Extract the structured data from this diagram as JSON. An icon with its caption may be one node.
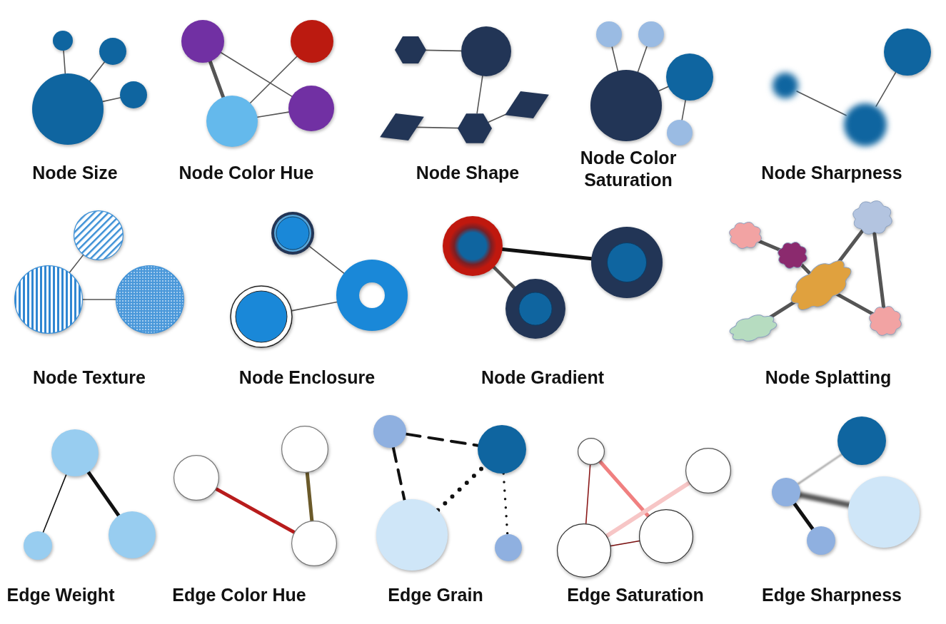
{
  "diagram": {
    "nodes": [
      {
        "text": [],
        "shape": "circle"
      },
      {
        "text": [],
        "shape": "circle"
      },
      {
        "text": [],
        "shape": "circle"
      },
      {
        "text": [],
        "shape": "circle"
      },
      {
        "text": [],
        "shape": "circle"
      },
      {
        "text": [],
        "shape": "circle"
      },
      {
        "text": [],
        "shape": "circle"
      },
      {
        "text": [],
        "shape": "circle"
      },
      {
        "text": [],
        "shape": "hexagon"
      },
      {
        "text": [],
        "shape": "circle"
      },
      {
        "text": [],
        "shape": "diamond"
      },
      {
        "text": [],
        "shape": "hexagon"
      },
      {
        "text": [],
        "shape": "diamond"
      },
      {
        "text": [],
        "shape": "circle"
      },
      {
        "text": [],
        "shape": "circle"
      },
      {
        "text": [],
        "shape": "circle"
      },
      {
        "text": [],
        "shape": "circle"
      },
      {
        "text": [],
        "shape": "circle"
      },
      {
        "text": [],
        "shape": "circle"
      },
      {
        "text": [],
        "shape": "circle"
      },
      {
        "text": [],
        "shape": "circle"
      },
      {
        "text": [],
        "shape": "circle"
      },
      {
        "text": [],
        "shape": "circle"
      },
      {
        "text": [],
        "shape": "circle"
      },
      {
        "text": [],
        "shape": "circle"
      },
      {
        "text": [],
        "shape": "circle"
      },
      {
        "text": [],
        "shape": "circle"
      },
      {
        "text": [],
        "shape": "circle"
      },
      {
        "text": [],
        "shape": "circle"
      },
      {
        "text": [],
        "shape": "circle"
      },
      {
        "text": [],
        "shape": "cloud"
      },
      {
        "text": [],
        "shape": "cloud"
      },
      {
        "text": [],
        "shape": "cloud"
      },
      {
        "text": [],
        "shape": "cloud"
      },
      {
        "text": [],
        "shape": "cloud"
      },
      {
        "text": [],
        "shape": "cloud"
      },
      {
        "text": [],
        "shape": "circle"
      },
      {
        "text": [],
        "shape": "circle"
      },
      {
        "text": [],
        "shape": "circle"
      },
      {
        "text": [],
        "shape": "circle"
      },
      {
        "text": [],
        "shape": "circle"
      },
      {
        "text": [],
        "shape": "circle"
      },
      {
        "text": [],
        "shape": "circle"
      },
      {
        "text": [],
        "shape": "circle"
      },
      {
        "text": [],
        "shape": "circle"
      },
      {
        "text": [],
        "shape": "circle"
      },
      {
        "text": [],
        "shape": "circle"
      },
      {
        "text": [],
        "shape": "circle"
      },
      {
        "text": [],
        "shape": "circle"
      },
      {
        "text": [],
        "shape": "circle"
      },
      {
        "text": [],
        "shape": "circle"
      },
      {
        "text": [],
        "shape": "circle"
      },
      {
        "text": [],
        "shape": "circle"
      },
      {
        "text": [],
        "shape": "circle"
      }
    ],
    "edges": [
      {
        "from": 0,
        "to": 3,
        "arrow": "none"
      },
      {
        "from": 1,
        "to": 3,
        "arrow": "none"
      },
      {
        "from": 2,
        "to": 3,
        "arrow": "none"
      },
      {
        "from": 4,
        "to": 6,
        "arrow": "none",
        "style": "thick"
      },
      {
        "from": 4,
        "to": 7,
        "arrow": "none"
      },
      {
        "from": 5,
        "to": 6,
        "arrow": "none"
      },
      {
        "from": 6,
        "to": 7,
        "arrow": "none"
      },
      {
        "from": 8,
        "to": 9,
        "arrow": "none"
      },
      {
        "from": 9,
        "to": 11,
        "arrow": "none"
      },
      {
        "from": 10,
        "to": 11,
        "arrow": "none"
      },
      {
        "from": 11,
        "to": 12,
        "arrow": "none"
      },
      {
        "from": 13,
        "to": 15,
        "arrow": "none"
      },
      {
        "from": 14,
        "to": 15,
        "arrow": "none"
      },
      {
        "from": 16,
        "to": 15,
        "arrow": "none"
      },
      {
        "from": 16,
        "to": 17,
        "arrow": "none"
      },
      {
        "from": 18,
        "to": 20,
        "arrow": "none"
      },
      {
        "from": 19,
        "to": 20,
        "arrow": "none"
      },
      {
        "from": 21,
        "to": 22,
        "arrow": "none"
      },
      {
        "from": 22,
        "to": 23,
        "arrow": "none"
      },
      {
        "from": 24,
        "to": 26,
        "arrow": "none"
      },
      {
        "from": 25,
        "to": 26,
        "arrow": "none"
      },
      {
        "from": 27,
        "to": 28,
        "arrow": "none",
        "style": "thick",
        "color": "#111111"
      },
      {
        "from": 27,
        "to": 29,
        "arrow": "none",
        "style": "thick"
      },
      {
        "from": 30,
        "to": 31,
        "arrow": "none",
        "style": "thick"
      },
      {
        "from": 31,
        "to": 32,
        "arrow": "none",
        "style": "thick"
      },
      {
        "from": 32,
        "to": 34,
        "arrow": "none",
        "style": "thick"
      },
      {
        "from": 32,
        "to": 33,
        "arrow": "none",
        "style": "thick"
      },
      {
        "from": 33,
        "to": 35,
        "arrow": "none",
        "style": "thick"
      },
      {
        "from": 32,
        "to": 35,
        "arrow": "none",
        "style": "thick"
      },
      {
        "from": 36,
        "to": 37,
        "arrow": "none",
        "color": "#111111"
      },
      {
        "from": 36,
        "to": 38,
        "arrow": "none",
        "style": "thick",
        "color": "#111111"
      },
      {
        "from": 39,
        "to": 41,
        "arrow": "none",
        "style": "thick",
        "color": "#b81c1c"
      },
      {
        "from": 40,
        "to": 41,
        "arrow": "none",
        "style": "thick",
        "color": "#6b5a2a"
      },
      {
        "from": 42,
        "to": 43,
        "arrow": "none",
        "style": "dashed",
        "color": "#111111"
      },
      {
        "from": 42,
        "to": 44,
        "arrow": "none",
        "style": "dashed",
        "color": "#111111"
      },
      {
        "from": 44,
        "to": 43,
        "arrow": "none",
        "style": "dashed",
        "color": "#111111"
      },
      {
        "from": 43,
        "to": 45,
        "arrow": "none",
        "style": "dashed",
        "color": "#111111"
      },
      {
        "from": 46,
        "to": 48,
        "arrow": "none",
        "color": "#8b1a1a"
      },
      {
        "from": 46,
        "to": 49,
        "arrow": "none",
        "style": "thick",
        "color": "#f08080"
      },
      {
        "from": 48,
        "to": 49,
        "arrow": "none",
        "color": "#7a1010"
      },
      {
        "from": 47,
        "to": 48,
        "arrow": "none",
        "style": "thick",
        "color": "#f7c6c6"
      },
      {
        "from": 50,
        "to": 51,
        "arrow": "none",
        "color": "#777777"
      },
      {
        "from": 51,
        "to": 52,
        "arrow": "none",
        "style": "thick"
      },
      {
        "from": 51,
        "to": 53,
        "arrow": "none",
        "style": "thick",
        "color": "#111111"
      }
    ],
    "labels": [
      "Node Size",
      "Node Color Hue",
      "Node Shape",
      "Node Color Saturation",
      "Node Sharpness",
      "Node Texture",
      "Node Enclosure",
      "Node Gradient",
      "Node Splatting",
      "Edge Weight",
      "Edge Color Hue",
      "Edge Grain",
      "Edge Saturation",
      "Edge Sharpness"
    ]
  }
}
